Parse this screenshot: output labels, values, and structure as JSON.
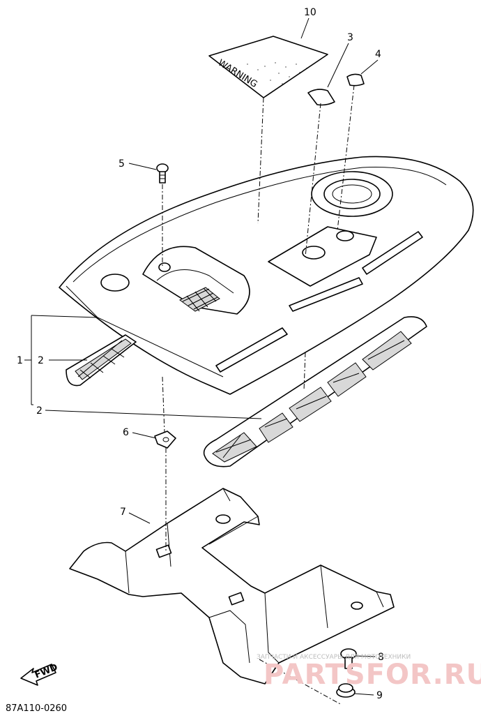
{
  "callouts": [
    {
      "id": "10",
      "text": "10"
    },
    {
      "id": "3",
      "text": "3"
    },
    {
      "id": "4",
      "text": "4"
    },
    {
      "id": "5",
      "text": "5"
    },
    {
      "id": "1",
      "text": "1"
    },
    {
      "id": "2a",
      "text": "2"
    },
    {
      "id": "2b",
      "text": "2"
    },
    {
      "id": "6",
      "text": "6"
    },
    {
      "id": "7",
      "text": "7"
    },
    {
      "id": "8",
      "text": "8"
    },
    {
      "id": "9",
      "text": "9"
    }
  ],
  "warning_label_text": "WARNING",
  "fwd_label": "FWD",
  "diagram_code": "87A110-0260",
  "watermark": {
    "tagline": "ЗАПЧАСТИ И АКСЕССУАРЫ ДЛЯ МОТОТЕХНИКИ",
    "brand": "PARTSFOR.RU"
  }
}
